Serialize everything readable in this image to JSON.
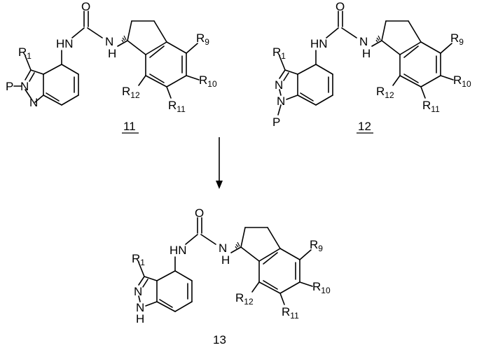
{
  "scheme": {
    "compounds": [
      {
        "id": "11",
        "underlined": true,
        "atoms": {
          "carbonyl_o": "O",
          "nh_left": "HN",
          "nh_right": "H",
          "nh_right_n": "N",
          "ring_n1": "N",
          "ring_n2": "N",
          "protecting_group": "P"
        },
        "substituents": {
          "r1": {
            "letter": "R",
            "index": "1"
          },
          "r9": {
            "letter": "R",
            "index": "9"
          },
          "r10": {
            "letter": "R",
            "index": "10"
          },
          "r11": {
            "letter": "R",
            "index": "11"
          },
          "r12": {
            "letter": "R",
            "index": "12"
          }
        }
      },
      {
        "id": "12",
        "underlined": true,
        "atoms": {
          "carbonyl_o": "O",
          "nh_left": "HN",
          "nh_right": "H",
          "nh_right_n": "N",
          "ring_n1": "N",
          "ring_n2": "N",
          "protecting_group": "P"
        },
        "substituents": {
          "r1": {
            "letter": "R",
            "index": "1"
          },
          "r9": {
            "letter": "R",
            "index": "9"
          },
          "r10": {
            "letter": "R",
            "index": "10"
          },
          "r11": {
            "letter": "R",
            "index": "11"
          },
          "r12": {
            "letter": "R",
            "index": "12"
          }
        }
      },
      {
        "id": "13",
        "underlined": false,
        "atoms": {
          "carbonyl_o": "O",
          "nh_left": "HN",
          "nh_right": "H",
          "nh_right_n": "N",
          "ring_n1": "N",
          "ring_n2": "N",
          "ring_h": "H"
        },
        "substituents": {
          "r1": {
            "letter": "R",
            "index": "1"
          },
          "r9": {
            "letter": "R",
            "index": "9"
          },
          "r10": {
            "letter": "R",
            "index": "10"
          },
          "r11": {
            "letter": "R",
            "index": "11"
          },
          "r12": {
            "letter": "R",
            "index": "12"
          }
        }
      }
    ],
    "colors": {
      "ink": "#000000",
      "background": "#ffffff"
    }
  }
}
